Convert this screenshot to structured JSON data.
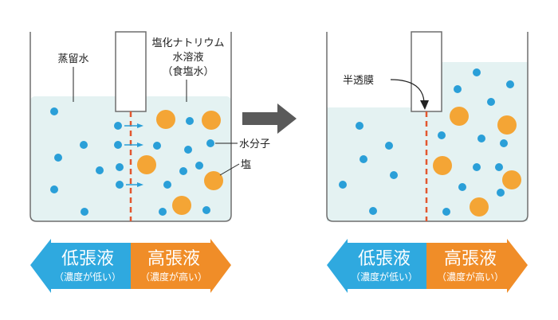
{
  "colors": {
    "water": "#e4f2f2",
    "stroke": "#6e6e6e",
    "molecule": "#2a9fd8",
    "salt": "#f4a535",
    "membrane": "#e2572f",
    "low_band": "#2fa9df",
    "high_band": "#f08d28",
    "arrow_gray": "#5a5a5a"
  },
  "left_beaker": {
    "distilled_label": "蒸留水",
    "salt_label_lines": [
      "塩化ナトリウム",
      "水溶液",
      "（食塩水）"
    ],
    "water_molecule_label": "水分子",
    "salt_label": "塩"
  },
  "right_beaker": {
    "membrane_label": "半透膜"
  },
  "bands": {
    "low_title": "低張液",
    "low_sub": "（濃度が低い）",
    "high_title": "高張液",
    "high_sub": "（濃度が高い）"
  },
  "icons": [
    "right-arrow-icon",
    "double-arrow-icon",
    "curved-pointer-icon"
  ]
}
